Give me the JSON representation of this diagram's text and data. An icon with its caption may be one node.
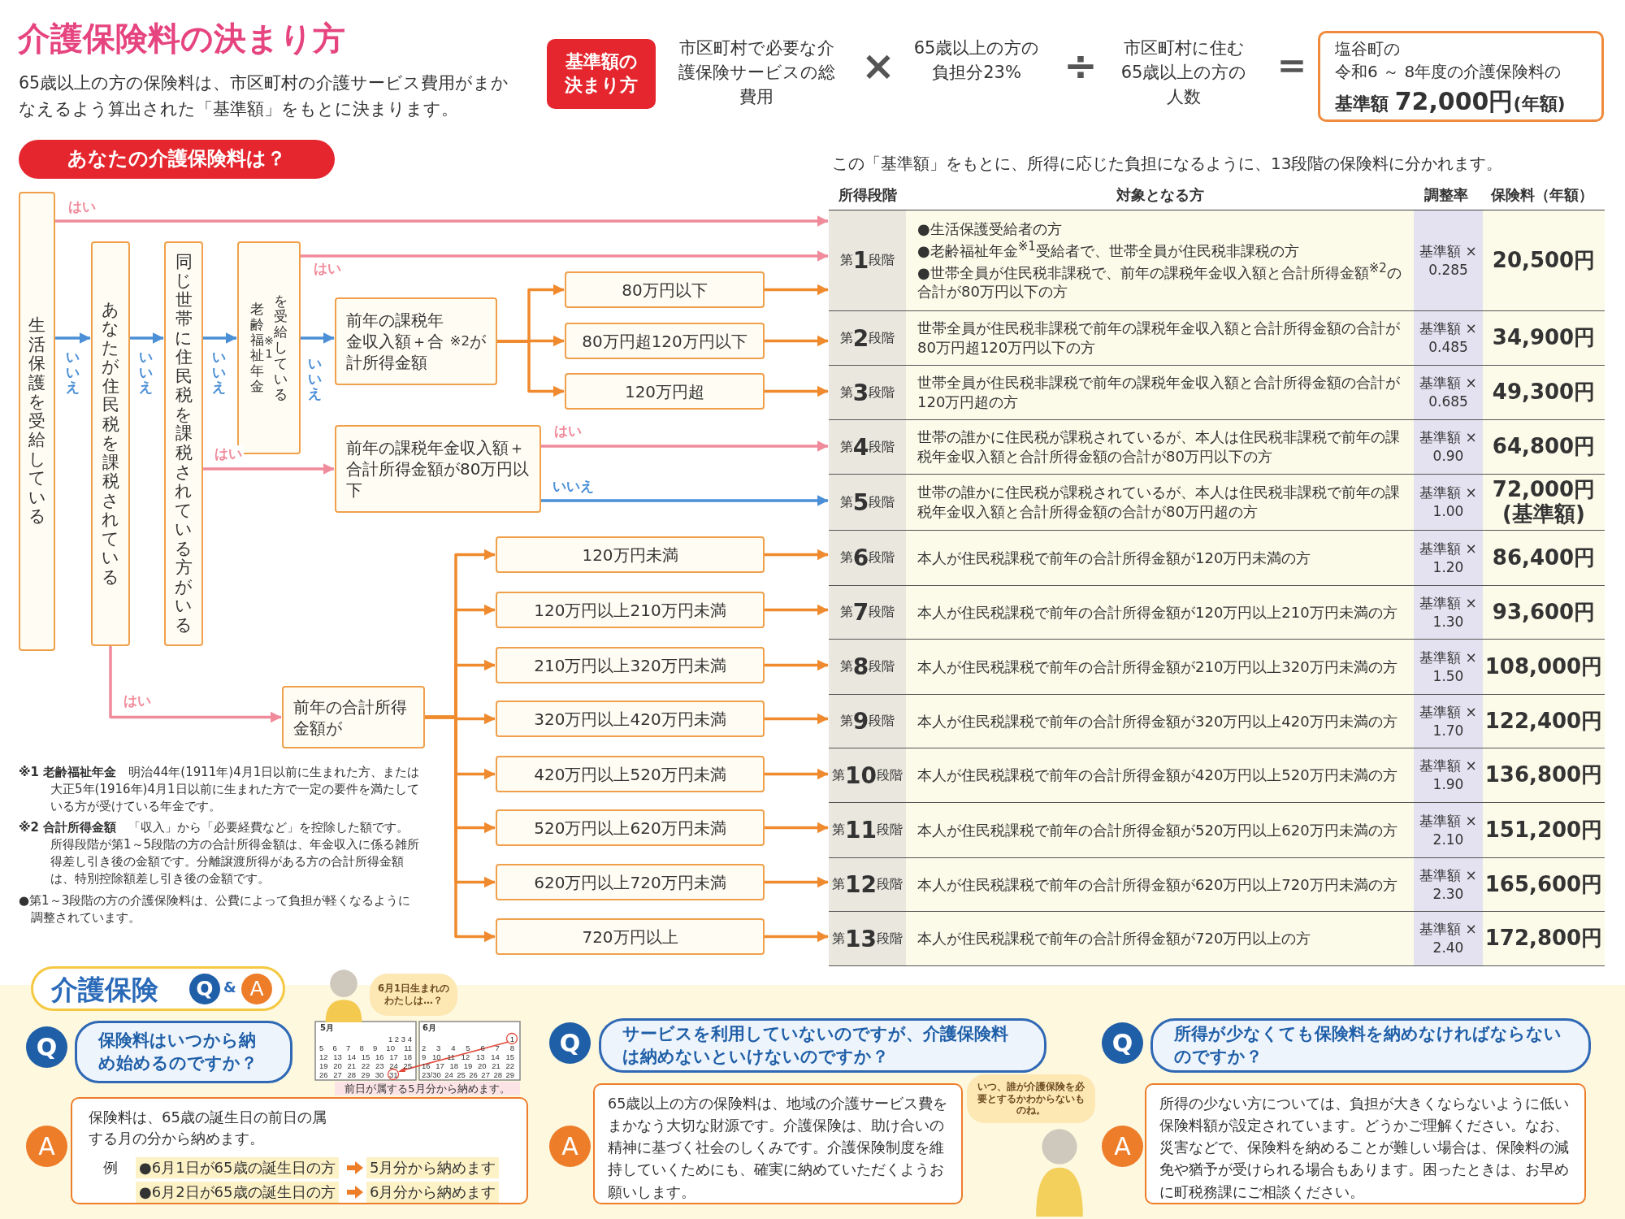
{
  "diagram": {
    "title": "介護保険料の決まり方",
    "nodes": [
      {
        "text": [
          "基準額の決まり方"
        ]
      },
      {
        "text": [
          "塩谷町の",
          "令和6 ～ 8年度の介護保険料の",
          "基準額 **72,000円**(年額)"
        ]
      },
      {
        "text": [
          "あなたの介護保険料は？"
        ]
      },
      {
        "text": [
          "生活保護を受給している"
        ]
      },
      {
        "text": [
          "あなたが住民税を課税されている"
        ]
      },
      {
        "text": [
          "同じ世帯に住民税を課税されている方がいる"
        ]
      },
      {
        "text": [
          "老齢福祉年金$^{※1}$を受給している"
        ]
      },
      {
        "text": [
          "前年の課税年金収入額＋合計所得金額$^{※2}$が"
        ]
      },
      {
        "text": [
          "80万円以下"
        ]
      },
      {
        "text": [
          "80万円超120万円以下"
        ]
      },
      {
        "text": [
          "120万円超"
        ]
      },
      {
        "text": [
          "前年の課税年金収入額＋合計所得金額が80万円以下"
        ]
      },
      {
        "text": [
          "前年の合計所得金額が"
        ]
      },
      {
        "text": [
          "120万円未満"
        ]
      },
      {
        "text": [
          "120万円以上210万円未満"
        ]
      },
      {
        "text": [
          "210万円以上320万円未満"
        ]
      },
      {
        "text": [
          "320万円以上420万円未満"
        ]
      },
      {
        "text": [
          "420万円以上520万円未満"
        ]
      },
      {
        "text": [
          "520万円以上620万円未満"
        ]
      },
      {
        "text": [
          "620万円以上720万円未満"
        ]
      },
      {
        "text": [
          "720万円以上"
        ]
      },
      {
        "text": [
          "第**1**段階",
          "●生活保護受給者の方",
          "●老齢福祉年金$^{※1}$受給者で、世帯全員が住民税非課税の方",
          "●世帯全員が住民税非課税で、前年の課税年金収入額と合計所得金額$^{※2}$の合計が80万円以下の方",
          "基準額 × 0.285",
          "20,500円"
        ]
      },
      {
        "text": [
          "第**2**段階",
          "世帯全員が住民税非課税で前年の課税年金収入額と合計所得金額の合計が80万円超120万円以下の方",
          "基準額 × 0.485",
          "34,900円"
        ]
      },
      {
        "text": [
          "第**3**段階",
          "世帯全員が住民税非課税で前年の課税年金収入額と合計所得金額の合計が120万円超の方",
          "基準額 × 0.685",
          "49,300円"
        ]
      },
      {
        "text": [
          "第**4**段階",
          "世帯の誰かに住民税が課税されているが、本人は住民税非課税で前年の課税年金収入額と合計所得金額の合計が80万円以下の方",
          "基準額 × 0.90",
          "64,800円"
        ]
      },
      {
        "text": [
          "第**5**段階",
          "世帯の誰かに住民税が課税されているが、本人は住民税非課税で前年の課税年金収入額と合計所得金額の合計が80万円超の方",
          "基準額 × 1.00",
          "72,000円 (基準額)"
        ]
      },
      {
        "text": [
          "第**6**段階",
          "本人が住民税課税で前年の合計所得金額が120万円未満の方",
          "基準額 × 1.20",
          "86,400円"
        ]
      },
      {
        "text": [
          "第**7**段階",
          "本人が住民税課税で前年の合計所得金額が120万円以上210万円未満の方",
          "基準額 × 1.30",
          "93,600円"
        ]
      },
      {
        "text": [
          "第**8**段階",
          "本人が住民税課税で前年の合計所得金額が210万円以上320万円未満の方",
          "基準額 × 1.50",
          "108,000円"
        ]
      },
      {
        "text": [
          "第**9**段階",
          "本人が住民税課税で前年の合計所得金額が320万円以上420万円未満の方",
          "基準額 × 1.70",
          "122,400円"
        ]
      },
      {
        "text": [
          "第**10**段階",
          "本人が住民税課税で前年の合計所得金額が420万円以上520万円未満の方",
          "基準額 × 1.90",
          "136,800円"
        ]
      },
      {
        "text": [
          "第**11**段階",
          "本人が住民税課税で前年の合計所得金額が520万円以上620万円未満の方",
          "基準額 × 2.10",
          "151,200円"
        ]
      },
      {
        "text": [
          "第**12**段階",
          "本人が住民税課税で前年の合計所得金額が620万円以上720万円未満の方",
          "基準額 × 2.30",
          "165,600円"
        ]
      },
      {
        "text": [
          "第**13**段階",
          "本人が住民税課税で前年の合計所得金額が720万円以上の方",
          "基準額 × 2.40",
          "172,800円"
        ]
      },
      {
        "text": [
          "介護保険",
          "Q",
          "&",
          "A"
        ]
      },
      {
        "text": [
          "Q"
        ]
      },
      {
        "text": [
          "保険料はいつから納め始めるのですか？"
        ]
      },
      {
        "text": [
          "6月1日生まれのわたしは…？"
        ]
      },
      {
        "text": [
          "A"
        ]
      },
      {
        "text": [
          "保険料は、65歳の誕生日の前日の属する月の分から納めます。",
          "例",
          "●6月1日が65歳の誕生日の方",
          "5月分から納めます",
          "●6月2日が65歳の誕生日の方",
          "6月分から納めます"
        ]
      },
      {
        "text": [
          "Q"
        ]
      },
      {
        "text": [
          "サービスを利用していないのですが、介護保険料は納めないといけないのですか？"
        ]
      },
      {
        "text": [
          "A"
        ]
      },
      {
        "text": [
          "65歳以上の方の保険料は、地域の介護サービス費をまかなう大切な財源です。介護保険は、助け合いの精神に基づく社会のしくみです。介護保険制度を維持していくためにも、確実に納めていただくようお願いします。"
        ]
      },
      {
        "text": [
          "いつ、誰が介護保険を必要とするかわからないものね。"
        ]
      },
      {
        "text": [
          "Q"
        ]
      },
      {
        "text": [
          "所得が少なくても保険料を納めなければならないのですか？"
        ]
      },
      {
        "text": [
          "A"
        ]
      },
      {
        "text": [
          "所得の少ない方については、負担が大きくならないように低い保険料額が設定されています。どうかご理解ください。なお、災害などで、保険料を納めることが難しい場合は、保険料の減免や猶予が受けられる場合もあります。困ったときは、お早めに町税務課にご相談ください。"
        ]
      }
    ],
    "edges": [
      {
        "from": 3,
        "to": 21,
        "arrow": "to",
        "label": "はい",
        "color": "#f08b9b"
      },
      {
        "from": 3,
        "to": 4,
        "arrow": "to",
        "label": "いいえ",
        "color": "#4b8fd6"
      },
      {
        "from": 4,
        "to": 5,
        "arrow": "to",
        "label": "いいえ",
        "color": "#4b8fd6"
      },
      {
        "from": 5,
        "to": 6,
        "arrow": "to",
        "label": "いいえ",
        "color": "#4b8fd6"
      },
      {
        "from": 6,
        "to": 7,
        "arrow": "to",
        "label": "いいえ",
        "color": "#4b8fd6"
      },
      {
        "from": 6,
        "to": 21,
        "arrow": "to",
        "label": "はい",
        "color": "#f08b9b"
      },
      {
        "from": 7,
        "to": 8,
        "arrow": "to"
      },
      {
        "from": 7,
        "to": 9,
        "arrow": "to"
      },
      {
        "from": 7,
        "to": 10,
        "arrow": "to"
      },
      {
        "from": 8,
        "to": 21,
        "arrow": "to"
      },
      {
        "from": 9,
        "to": 22,
        "arrow": "to"
      },
      {
        "from": 10,
        "to": 23,
        "arrow": "to"
      },
      {
        "from": 5,
        "to": 11,
        "arrow": "to",
        "label": "はい",
        "color": "#f08b9b"
      },
      {
        "from": 11,
        "to": 24,
        "arrow": "to",
        "label": "はい",
        "color": "#f08b9b"
      },
      {
        "from": 11,
        "to": 25,
        "arrow": "to",
        "label": "いいえ",
        "color": "#4b8fd6"
      },
      {
        "from": 4,
        "to": 12,
        "arrow": "to",
        "label": "はい",
        "color": "#f08b9b"
      },
      {
        "from": 12,
        "to": 13,
        "arrow": "to"
      },
      {
        "from": 12,
        "to": 14,
        "arrow": "to"
      },
      {
        "from": 12,
        "to": 15,
        "arrow": "to"
      },
      {
        "from": 12,
        "to": 16,
        "arrow": "to"
      },
      {
        "from": 12,
        "to": 17,
        "arrow": "to"
      },
      {
        "from": 12,
        "to": 18,
        "arrow": "to"
      },
      {
        "from": 12,
        "to": 19,
        "arrow": "to"
      },
      {
        "from": 12,
        "to": 20,
        "arrow": "to"
      },
      {
        "from": 13,
        "to": 26,
        "arrow": "to"
      },
      {
        "from": 14,
        "to": 27,
        "arrow": "to"
      },
      {
        "from": 15,
        "to": 28,
        "arrow": "to"
      },
      {
        "from": 16,
        "to": 29,
        "arrow": "to"
      },
      {
        "from": 17,
        "to": 30,
        "arrow": "to"
      },
      {
        "from": 18,
        "to": 31,
        "arrow": "to"
      },
      {
        "from": 19,
        "to": 32,
        "arrow": "to"
      },
      {
        "from": 20,
        "to": 33,
        "arrow": "to"
      }
    ],
    "labels": [
      "65歳以上の方の保険料は、市区町村の介護サービス費用がまかなえるよう算出された「基準額」をもとに決まります。",
      "市区町村で必要な介護保険サービスの総費用",
      "×",
      "65歳以上の方の負担分23%",
      "÷",
      "市区町村に住む65歳以上の方の人数",
      "＝",
      "この「基準額」をもとに、所得に応じた負担になるように、13段階の保険料に分かれます。",
      "所得段階",
      "対象となる方",
      "調整率",
      "保険料（年額）",
      "**※1 老齢福祉年金**　明治44年(1911年)4月1日以前に生まれた方、または大正5年(1916年)4月1日以前に生まれた方で一定の要件を満たしている方が受けている年金です。",
      "**※2 合計所得金額**　「収入」から「必要経費など」を控除した額です。所得段階が第1～5段階の方の合計所得金額は、年金収入に係る雑所得差し引き後の金額です。分離譲渡所得がある方の合計所得金額は、特別控除額差し引き後の金額です。",
      "●第1～3段階の方の介護保険料は、公費によって負担が軽くなるように調整されています。",
      "5月",
      "1 2 3 4",
      "5 6 7 8 9 10 11",
      "12 13 14 15 16 17 18",
      "19 20 21 22 23 24 25",
      "26 27 28 29 30 31",
      "6月",
      "1",
      "2 3 4 5 6 7 8",
      "9 10 11 12 13 14 15",
      "16 17 18 19 20 21 22",
      "23/30 24 25 26 27 28 29",
      "前日が属する5月分から納めます。"
    ]
  }
}
